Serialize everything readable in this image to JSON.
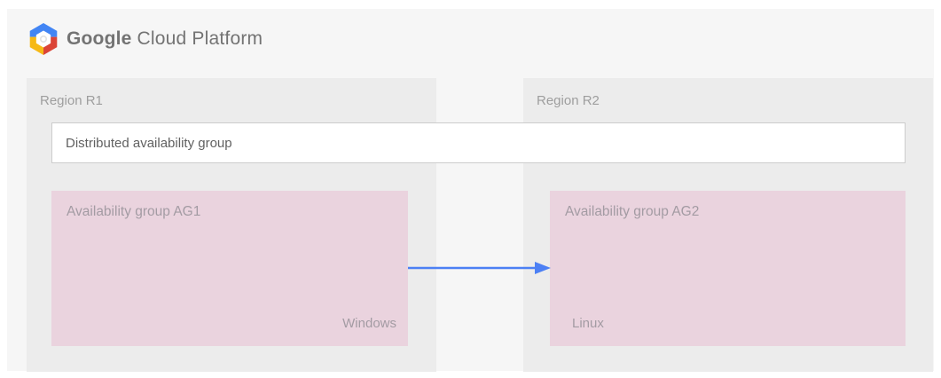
{
  "header": {
    "brand_primary": "Google",
    "brand_secondary": "Cloud Platform"
  },
  "diagram": {
    "regions": [
      {
        "label": "Region R1"
      },
      {
        "label": "Region R2"
      }
    ],
    "distributed_group_label": "Distributed availability group",
    "availability_groups": [
      {
        "label": "Availability group AG1",
        "os_label": "Windows"
      },
      {
        "label": "Availability group AG2",
        "os_label": "Linux"
      }
    ],
    "arrow": {
      "from": "Availability group AG1",
      "to": "Availability group AG2",
      "direction": "right"
    }
  },
  "colors": {
    "canvas_bg": "#f6f6f6",
    "region_bg": "#ececec",
    "group_bg": "#ead3de",
    "distributed_box_bg": "#ffffff",
    "distributed_box_border": "#cccccc",
    "distributed_label_text": "#616161",
    "region_label_text": "#9e9e9e",
    "group_label_text": "#a39ba3",
    "brand_text": "#737373",
    "arrow_blue": "#4c80f4",
    "logo_blue": "#4285f4",
    "logo_red": "#db4437",
    "logo_yellow": "#f6b916"
  }
}
